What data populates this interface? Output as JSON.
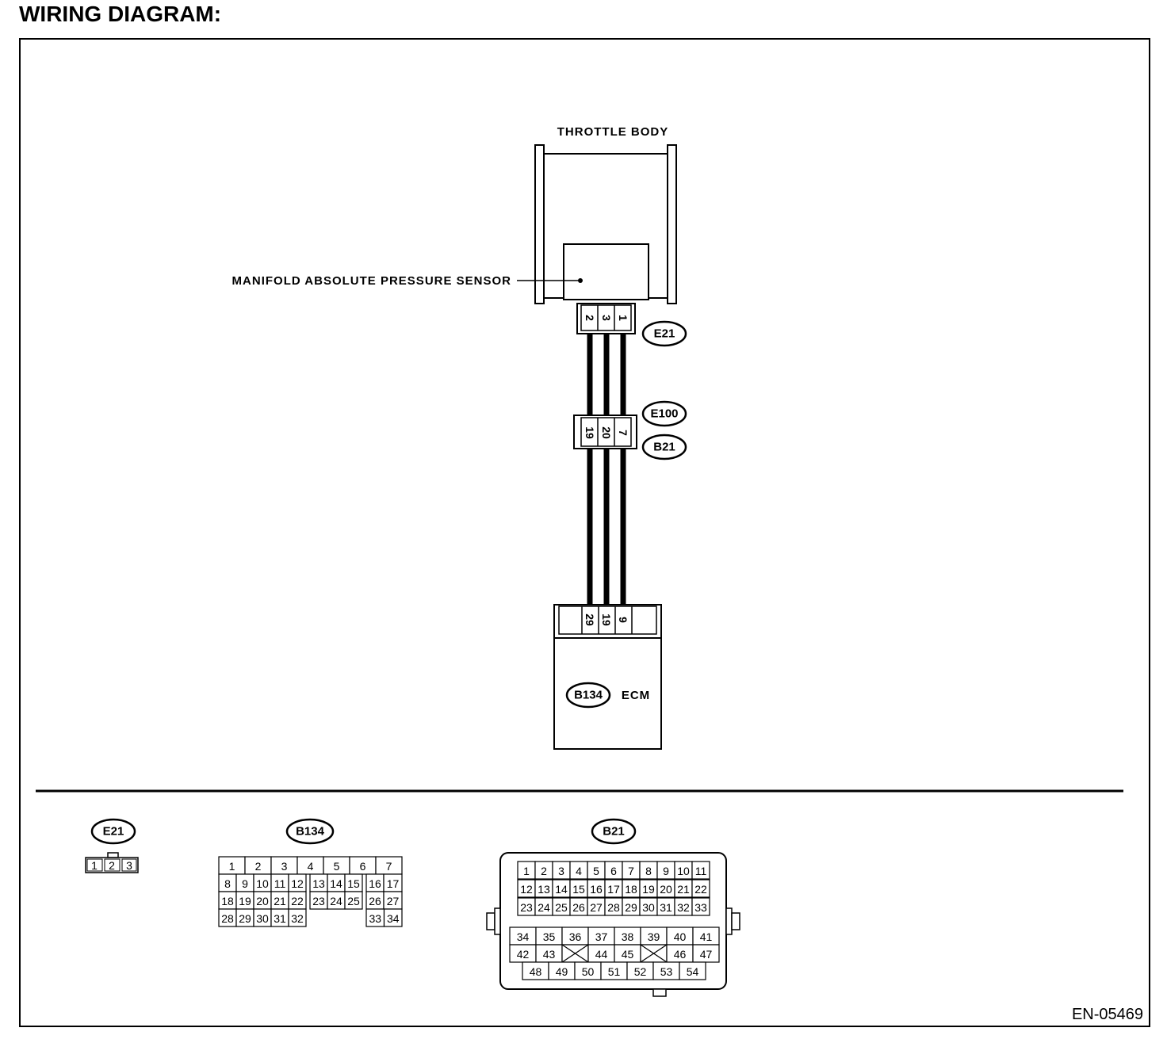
{
  "title": "WIRING DIAGRAM:",
  "throttle_body_label": "THROTTLE BODY",
  "sensor_label": "MANIFOLD ABSOLUTE PRESSURE SENSOR",
  "ecm_label": "ECM",
  "drawing_code": "EN-05469",
  "connectors": {
    "e21": {
      "tag": "E21",
      "pins": [
        "2",
        "3",
        "1"
      ]
    },
    "e100_b21": {
      "tag_top": "E100",
      "tag_bottom": "B21",
      "pins": [
        "19",
        "20",
        "7"
      ]
    },
    "b134": {
      "tag": "B134",
      "pins": [
        "29",
        "19",
        "9"
      ]
    }
  },
  "faces": {
    "e21": {
      "tag": "E21",
      "cells": [
        "1",
        "2",
        "3"
      ]
    },
    "b134": {
      "tag": "B134",
      "row1": [
        "1",
        "2",
        "3",
        "4",
        "5",
        "6",
        "7"
      ],
      "row2": [
        "8",
        "9",
        "10",
        "11",
        "12",
        "13",
        "14",
        "15",
        "16",
        "17"
      ],
      "row3": [
        "18",
        "19",
        "20",
        "21",
        "22",
        "23",
        "24",
        "25",
        "26",
        "27"
      ],
      "row4_left": [
        "28",
        "29",
        "30",
        "31",
        "32"
      ],
      "row4_right": [
        "33",
        "34"
      ]
    },
    "b21": {
      "tag": "B21",
      "row1": [
        "1",
        "2",
        "3",
        "4",
        "5",
        "6",
        "7",
        "8",
        "9",
        "10",
        "11"
      ],
      "row2": [
        "12",
        "13",
        "14",
        "15",
        "16",
        "17",
        "18",
        "19",
        "20",
        "21",
        "22"
      ],
      "row3": [
        "23",
        "24",
        "25",
        "26",
        "27",
        "28",
        "29",
        "30",
        "31",
        "32",
        "33"
      ],
      "row4": [
        "34",
        "35",
        "36",
        "37",
        "38",
        "39",
        "40",
        "41"
      ],
      "row5": [
        "42",
        "43",
        "",
        "44",
        "45",
        "",
        "46",
        "47"
      ],
      "row6": [
        "48",
        "49",
        "50",
        "51",
        "52",
        "53",
        "54"
      ]
    }
  }
}
